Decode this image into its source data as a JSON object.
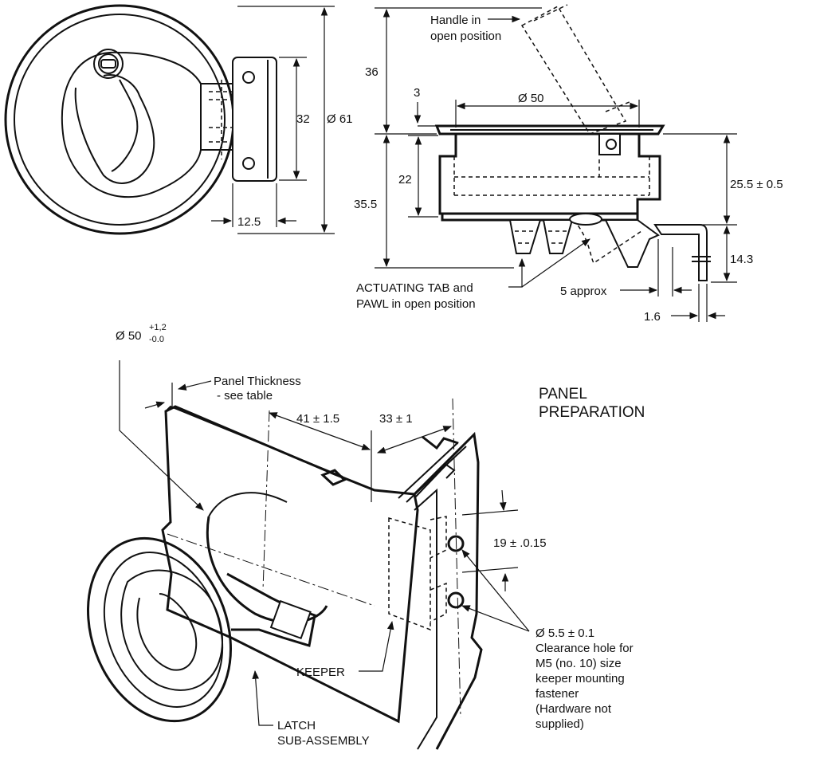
{
  "top_left_view": {
    "dim_height": "32",
    "dim_dia": "Ø 61",
    "dim_width": "12.5"
  },
  "top_right_view": {
    "handle_label_1": "Handle in",
    "handle_label_2": "open position",
    "dim_36": "36",
    "dim_3": "3",
    "dim_dia50": "Ø 50",
    "dim_22": "22",
    "dim_35_5": "35.5",
    "dim_25_5": "25.5 ±  0.5",
    "dim_14_3": "14.3",
    "dim_5": "5 approx",
    "dim_1_6": "1.6",
    "tab_label_1": "ACTUATING TAB and",
    "tab_label_2": "PAWL in open position"
  },
  "bottom_view": {
    "hole_dia": "Ø 50",
    "hole_tol_plus": "+1,2",
    "hole_tol_minus": "-0.0",
    "panel_thk_1": "Panel Thickness",
    "panel_thk_2": "- see table",
    "dim_41": "41 ± 1.5",
    "dim_33": "33 ± 1",
    "title_1": "PANEL",
    "title_2": "PREPARATION",
    "dim_19": "19 ± .0.15",
    "hole_note": [
      "Ø 5.5 ± 0.1",
      "Clearance hole for",
      "M5 (no. 10) size",
      "keeper mounting",
      "fastener",
      "(Hardware not",
      "supplied)"
    ],
    "keeper_label": "KEEPER",
    "latch_1": "LATCH",
    "latch_2": "SUB-ASSEMBLY"
  }
}
